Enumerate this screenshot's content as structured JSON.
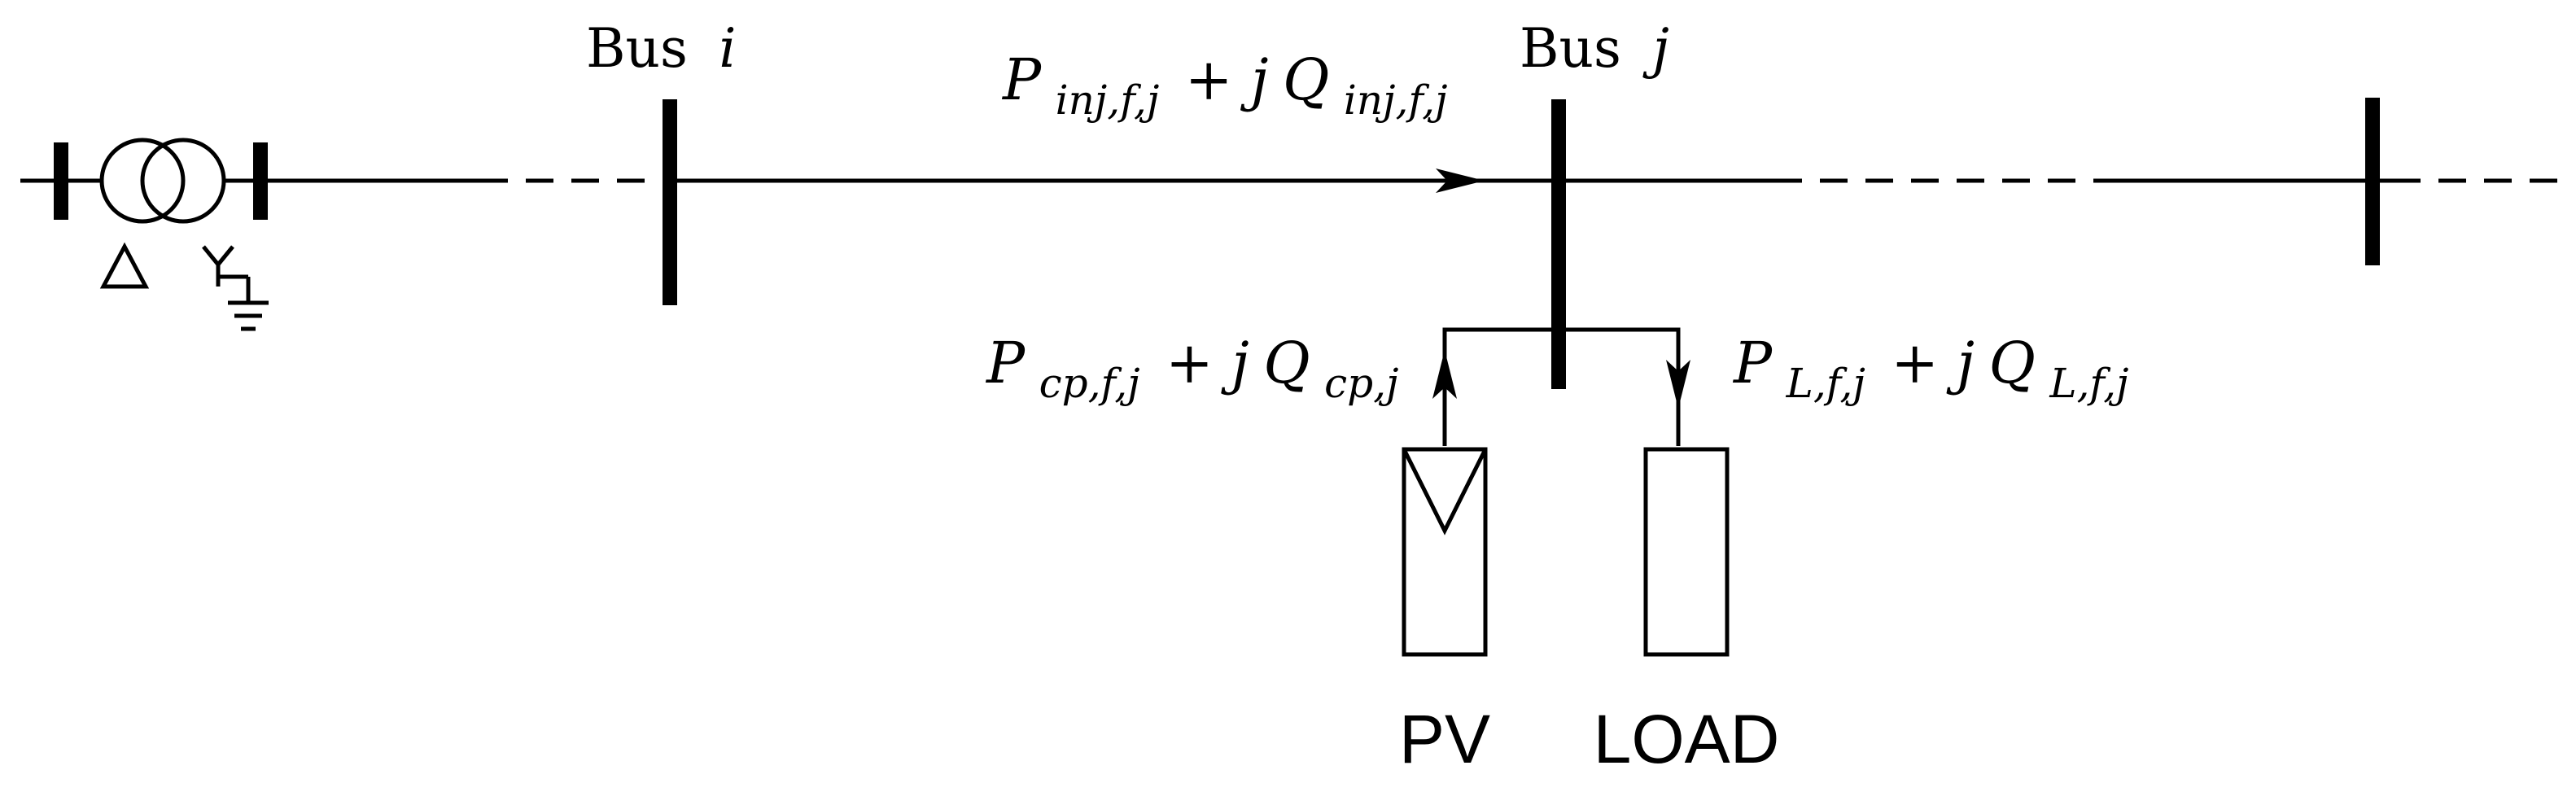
{
  "labels": {
    "bus_i_word": "Bus",
    "bus_i_var": "i",
    "bus_j_word": "Bus",
    "bus_j_var": "j"
  },
  "flows": {
    "injection": {
      "p": "P",
      "p_sub": "inj,f,j",
      "plus": "+ j",
      "q": "Q",
      "q_sub": "inj,f,j"
    },
    "pv": {
      "p": "P",
      "p_sub": "cp,f,j",
      "plus": "+ j",
      "q": "Q",
      "q_sub": "cp,j"
    },
    "load": {
      "p": "P",
      "p_sub": "L,f,j",
      "plus": "+ j",
      "q": "Q",
      "q_sub": "L,f,j"
    }
  },
  "transformer": {
    "primary_symbol": "Δ",
    "secondary_symbol": "Y"
  },
  "components": {
    "pv_label": "PV",
    "load_label": "LOAD"
  }
}
